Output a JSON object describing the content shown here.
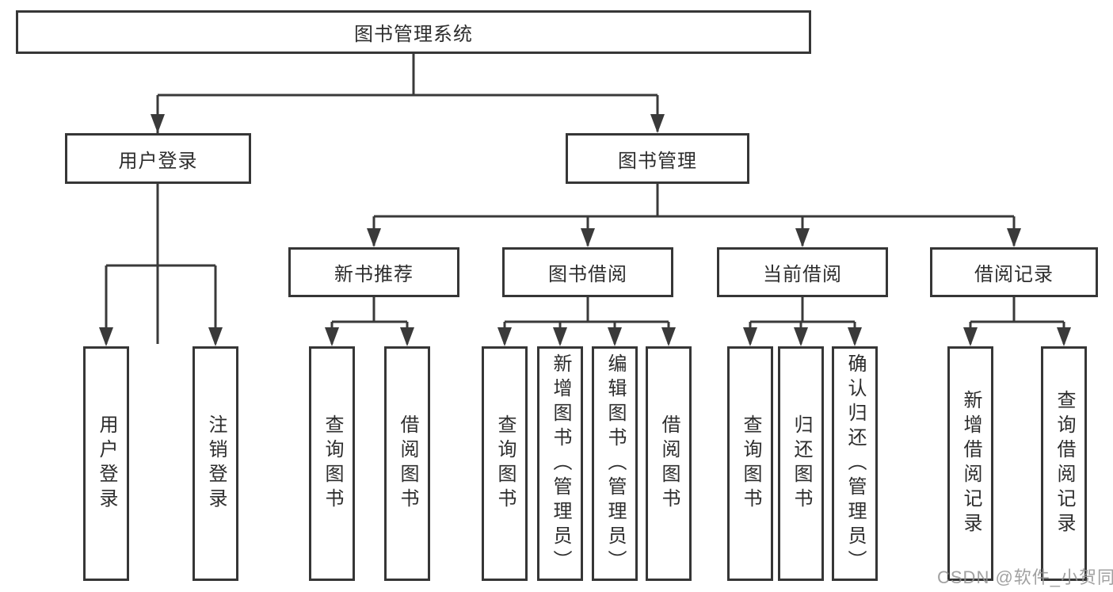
{
  "diagram_type": "hierarchy-tree",
  "tree": {
    "label": "图书管理系统",
    "children": [
      {
        "label": "用户登录",
        "children": [
          {
            "label": "用户登录"
          },
          {
            "label": "注销登录"
          }
        ]
      },
      {
        "label": "图书管理",
        "children": [
          {
            "label": "新书推荐",
            "children": [
              {
                "label": "查询图书"
              },
              {
                "label": "借阅图书"
              }
            ]
          },
          {
            "label": "图书借阅",
            "children": [
              {
                "label": "查询图书"
              },
              {
                "label": "新增图书（管理员）"
              },
              {
                "label": "编辑图书（管理员）"
              },
              {
                "label": "借阅图书"
              }
            ]
          },
          {
            "label": "当前借阅",
            "children": [
              {
                "label": "查询图书"
              },
              {
                "label": "归还图书"
              },
              {
                "label": "确认归还（管理员）"
              }
            ]
          },
          {
            "label": "借阅记录",
            "children": [
              {
                "label": "新增借阅记录"
              },
              {
                "label": "查询借阅记录"
              }
            ]
          }
        ]
      }
    ]
  },
  "watermark": {
    "text": "CSDN @软件_小贺同学"
  },
  "colors": {
    "line": "#3a3a3a",
    "border": "#363636",
    "text": "#2d2d2d",
    "watermark": "#919191",
    "background": "#ffffff"
  }
}
